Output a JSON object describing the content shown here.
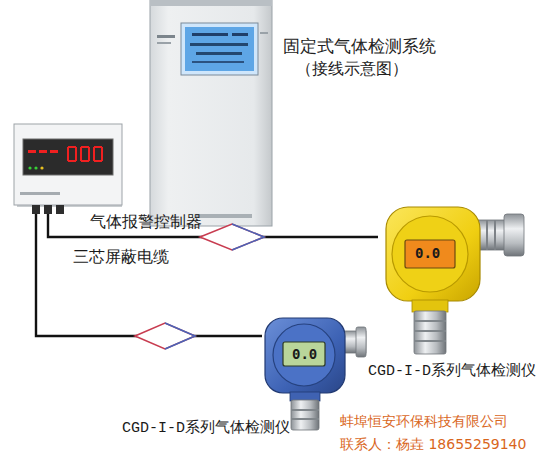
{
  "diagram": {
    "title": "固定式气体检测系统",
    "nodes": [
      {
        "text": [
          "气体报警控制器"
        ]
      },
      {
        "text": [
          "CGD-I-D系列气体检测仪"
        ]
      },
      {
        "text": [
          "CGD-I-D系列气体检测仪"
        ]
      }
    ],
    "edges": [
      {
        "from": 0,
        "to": 1,
        "arrow": "none",
        "label": "三芯屏蔽电缆"
      },
      {
        "from": 0,
        "to": 2,
        "arrow": "none"
      }
    ],
    "labels": [
      "（接线示意图）",
      "0.0",
      "0.0",
      "蚌埠恒安环保科技有限公司",
      "联系人：杨垚 18655259140"
    ]
  }
}
